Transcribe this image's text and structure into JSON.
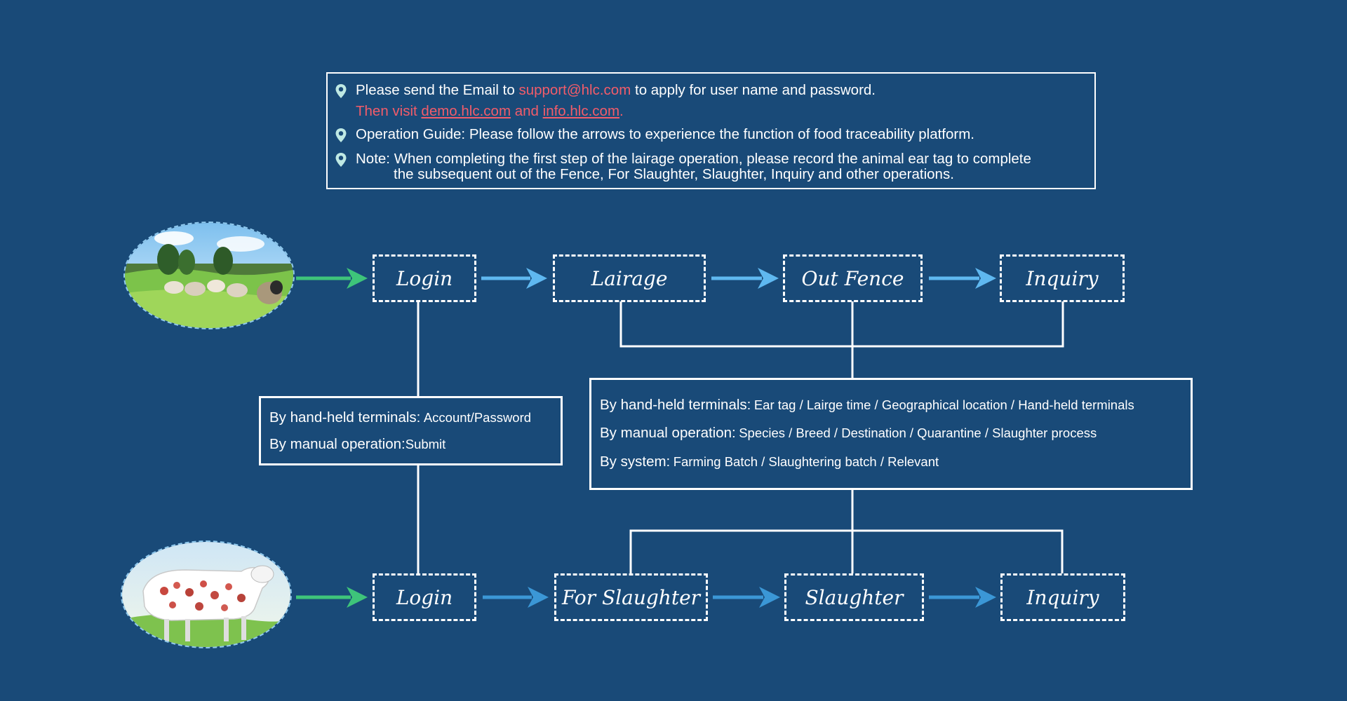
{
  "notice": {
    "line1_a": "Please send the Email to ",
    "line1_email": "support@hlc.com",
    "line1_b": " to apply for user name and password.",
    "line2_a": "Then visit ",
    "line2_link1": "demo.hlc.com",
    "line2_and": " and ",
    "line2_link2": "info.hlc.com",
    "line2_end": ".",
    "line3": "Operation Guide: Please follow the arrows to experience the function of food traceability platform.",
    "line4a": "Note: When completing the first step of the lairage operation, please record the animal ear tag to complete",
    "line4b": "the subsequent out of the Fence, For Slaughter, Slaughter, Inquiry and other operations."
  },
  "flow_top": {
    "steps": [
      "Login",
      "Lairage",
      "Out Fence",
      "Inquiry"
    ],
    "image": "sheep-herd-on-pasture"
  },
  "flow_bottom": {
    "steps": [
      "Login",
      "For Slaughter",
      "Slaughter",
      "Inquiry"
    ],
    "image": "sheep-meat-cuts-chart"
  },
  "login_info": {
    "row1_label": "By hand-held terminals:",
    "row1_value": "Account/Password",
    "row2_label": "By manual operation:",
    "row2_value": "Submit"
  },
  "process_info": {
    "row1_label": "By hand-held terminals:",
    "row1_value": "Ear tag / Lairge time / Geographical location / Hand-held terminals",
    "row2_label": "By manual operation:",
    "row2_value": "Species / Breed / Destination / Quarantine / Slaughter process",
    "row3_label": "By system:",
    "row3_value": "Farming Batch / Slaughtering batch / Relevant"
  },
  "colors": {
    "background": "#194a78",
    "arrow_start": "#3ec47a",
    "arrow_top": "#5fb8f0",
    "arrow_bottom": "#3b97d6",
    "highlight": "#f25c6a",
    "pin": "#bfe9e4"
  },
  "icons": [
    "location-pin-icon",
    "right-arrow-icon"
  ]
}
